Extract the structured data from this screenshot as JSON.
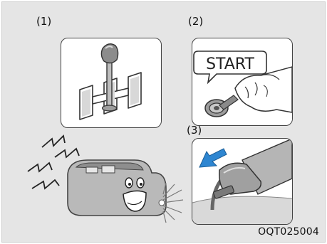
{
  "labels": {
    "step1": "(1)",
    "step2": "(2)",
    "step3": "(3)"
  },
  "panel2": {
    "sign_text": "START"
  },
  "figure_code": "OQT025004",
  "colors": {
    "background": "#e5e5e5",
    "panel_fill": "#ffffff",
    "outline": "#444444",
    "arrow_blue": "#2e86d1",
    "gray": "#a6a6a6",
    "dark_gray": "#7a7a7a"
  },
  "icons": {
    "panel1": "gear-shift-h-pattern-icon",
    "panel2": "key-ignition-start-icon",
    "panel3": "clutch-pedal-press-icon",
    "scene": "car-engine-shaking-icon"
  }
}
